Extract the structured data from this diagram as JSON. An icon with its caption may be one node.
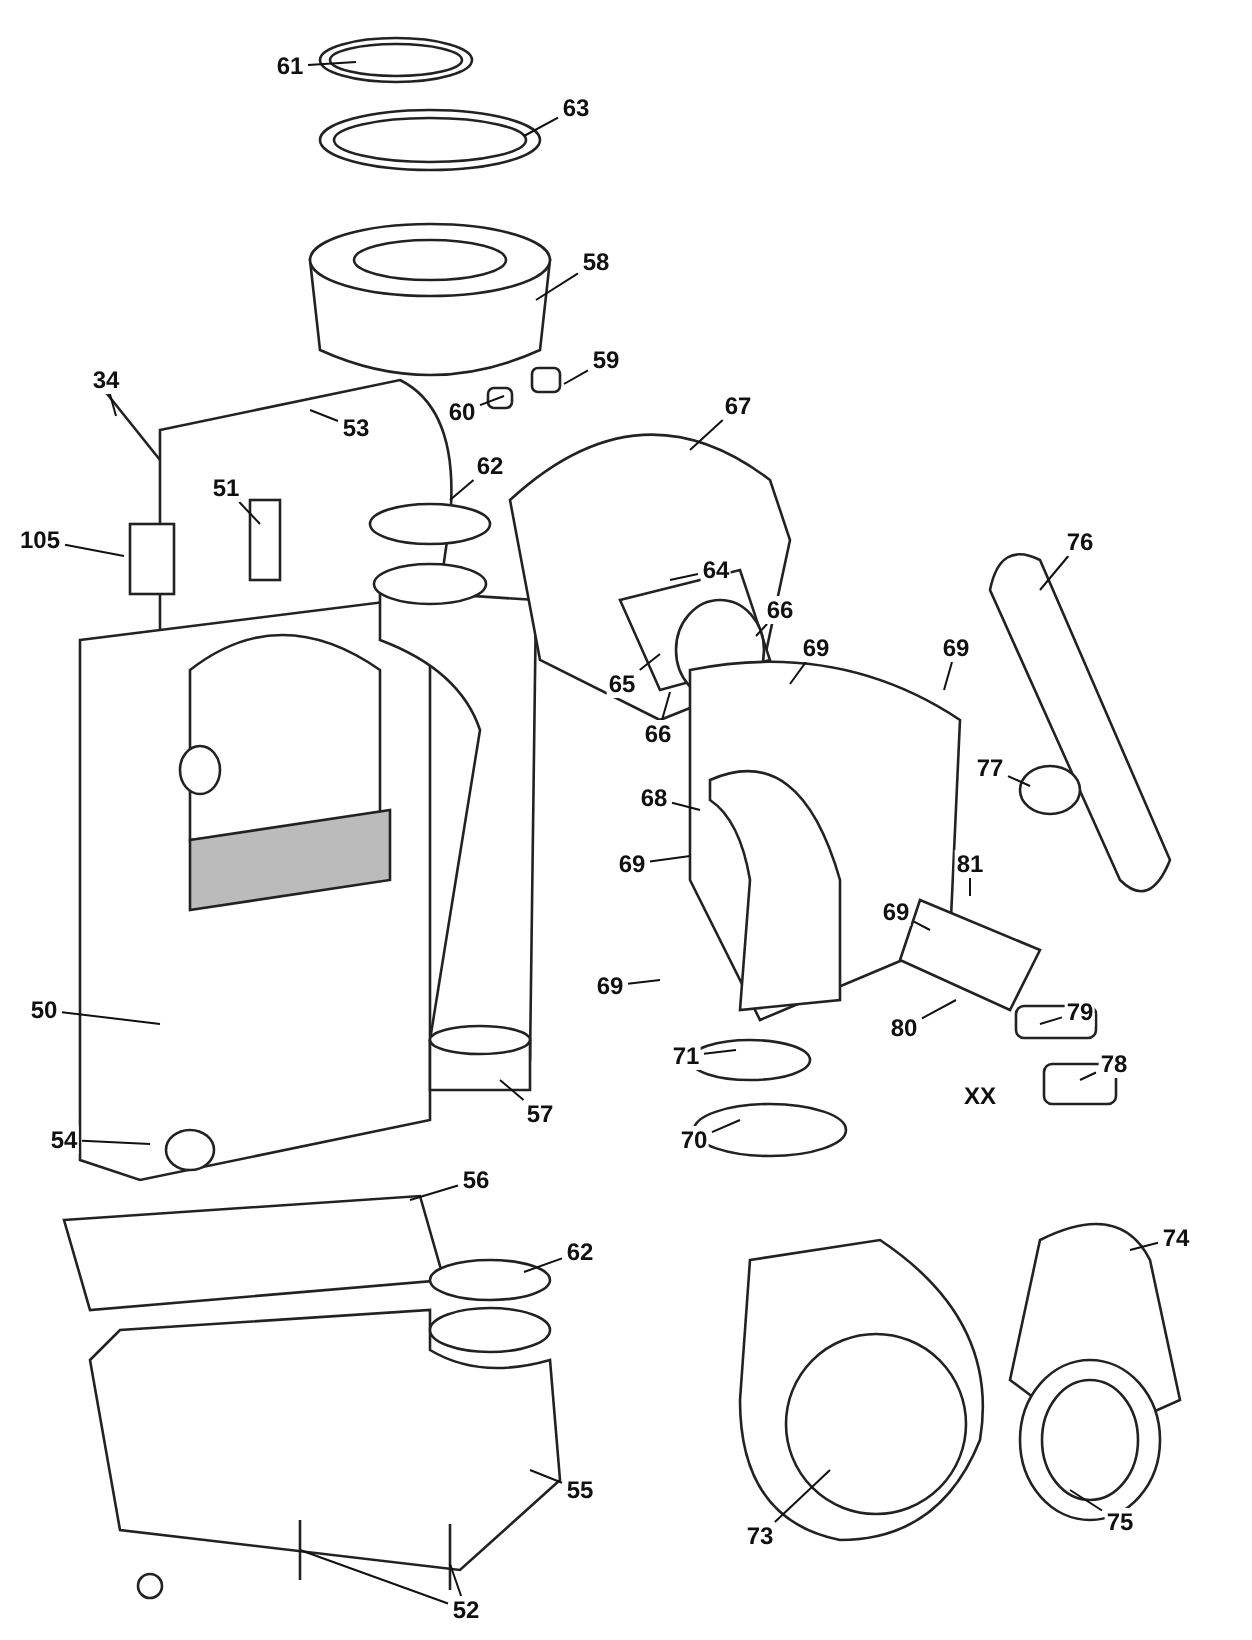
{
  "diagram": {
    "nodes": [
      {
        "text": [
          "61"
        ]
      },
      {
        "text": [
          "63"
        ]
      },
      {
        "text": [
          "58"
        ]
      },
      {
        "text": [
          "34"
        ]
      },
      {
        "text": [
          "59"
        ]
      },
      {
        "text": [
          "60"
        ]
      },
      {
        "text": [
          "53"
        ]
      },
      {
        "text": [
          "67"
        ]
      },
      {
        "text": [
          "62"
        ]
      },
      {
        "text": [
          "51"
        ]
      },
      {
        "text": [
          "105"
        ]
      },
      {
        "text": [
          "76"
        ]
      },
      {
        "text": [
          "64"
        ]
      },
      {
        "text": [
          "66"
        ]
      },
      {
        "text": [
          "65"
        ]
      },
      {
        "text": [
          "69"
        ]
      },
      {
        "text": [
          "66"
        ]
      },
      {
        "text": [
          "69"
        ]
      },
      {
        "text": [
          "68"
        ]
      },
      {
        "text": [
          "77"
        ]
      },
      {
        "text": [
          "69"
        ]
      },
      {
        "text": [
          "81"
        ]
      },
      {
        "text": [
          "69"
        ]
      },
      {
        "text": [
          "69"
        ]
      },
      {
        "text": [
          "80"
        ]
      },
      {
        "text": [
          "79"
        ]
      },
      {
        "text": [
          "71"
        ]
      },
      {
        "text": [
          "78"
        ]
      },
      {
        "text": [
          "50"
        ]
      },
      {
        "text": [
          "70"
        ]
      },
      {
        "text": [
          "57"
        ]
      },
      {
        "text": [
          "54"
        ]
      },
      {
        "text": [
          "56"
        ]
      },
      {
        "text": [
          "62"
        ]
      },
      {
        "text": [
          "74"
        ]
      },
      {
        "text": [
          "73"
        ]
      },
      {
        "text": [
          "75"
        ]
      },
      {
        "text": [
          "55"
        ]
      },
      {
        "text": [
          "52"
        ]
      }
    ],
    "edges": [
      {
        "from": 0,
        "to": null,
        "arrow": "none"
      },
      {
        "from": 1,
        "to": null,
        "arrow": "none"
      },
      {
        "from": 2,
        "to": null,
        "arrow": "none"
      },
      {
        "from": 3,
        "to": null,
        "arrow": "none"
      },
      {
        "from": 4,
        "to": null,
        "arrow": "none"
      },
      {
        "from": 5,
        "to": null,
        "arrow": "none"
      },
      {
        "from": 6,
        "to": null,
        "arrow": "none"
      },
      {
        "from": 7,
        "to": null,
        "arrow": "none"
      },
      {
        "from": 8,
        "to": null,
        "arrow": "none"
      },
      {
        "from": 9,
        "to": null,
        "arrow": "none"
      },
      {
        "from": 10,
        "to": null,
        "arrow": "none"
      },
      {
        "from": 11,
        "to": null,
        "arrow": "none"
      },
      {
        "from": 12,
        "to": null,
        "arrow": "none"
      },
      {
        "from": 13,
        "to": null,
        "arrow": "none"
      },
      {
        "from": 14,
        "to": null,
        "arrow": "none"
      },
      {
        "from": 15,
        "to": null,
        "arrow": "none"
      },
      {
        "from": 16,
        "to": null,
        "arrow": "none"
      },
      {
        "from": 17,
        "to": null,
        "arrow": "none"
      },
      {
        "from": 18,
        "to": null,
        "arrow": "none"
      },
      {
        "from": 19,
        "to": null,
        "arrow": "none"
      },
      {
        "from": 20,
        "to": null,
        "arrow": "none"
      },
      {
        "from": 21,
        "to": null,
        "arrow": "none"
      },
      {
        "from": 22,
        "to": null,
        "arrow": "none"
      },
      {
        "from": 23,
        "to": null,
        "arrow": "none"
      },
      {
        "from": 24,
        "to": null,
        "arrow": "none"
      },
      {
        "from": 25,
        "to": null,
        "arrow": "none"
      },
      {
        "from": 26,
        "to": null,
        "arrow": "none"
      },
      {
        "from": 27,
        "to": null,
        "arrow": "none"
      },
      {
        "from": 28,
        "to": null,
        "arrow": "none"
      },
      {
        "from": 29,
        "to": null,
        "arrow": "none"
      },
      {
        "from": 30,
        "to": null,
        "arrow": "none"
      },
      {
        "from": 31,
        "to": null,
        "arrow": "none"
      },
      {
        "from": 32,
        "to": null,
        "arrow": "none"
      },
      {
        "from": 33,
        "to": null,
        "arrow": "none"
      },
      {
        "from": 34,
        "to": null,
        "arrow": "none"
      },
      {
        "from": 35,
        "to": null,
        "arrow": "none"
      },
      {
        "from": 36,
        "to": null,
        "arrow": "none"
      },
      {
        "from": 37,
        "to": null,
        "arrow": "none"
      },
      {
        "from": 38,
        "to": null,
        "arrow": "none"
      },
      {
        "from": 38,
        "to": null,
        "arrow": "none"
      }
    ],
    "labels": [
      "XX"
    ]
  }
}
